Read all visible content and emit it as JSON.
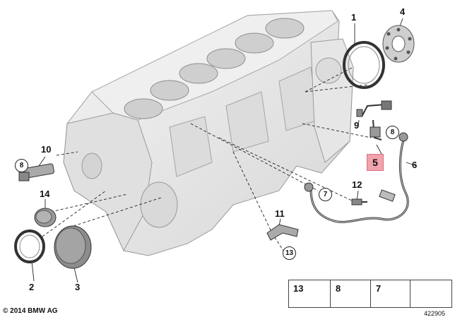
{
  "callouts": {
    "c1": "1",
    "c2": "2",
    "c3": "3",
    "c4": "4",
    "c5": "5",
    "c6": "6",
    "c7": "7",
    "c8a": "8",
    "c8b": "8",
    "c9": "9",
    "c10": "10",
    "c11": "11",
    "c12": "12",
    "c13": "13",
    "c14": "14"
  },
  "legend": {
    "item1_number": "13",
    "item2_number": "8",
    "item3_number": "7"
  },
  "footer": {
    "copyright": "© 2014 BMW AG",
    "reference_number": "422905"
  },
  "colors": {
    "highlight_fill": "#f2a3ad",
    "engine_body": "#e8e8e8",
    "line": "#222222"
  }
}
